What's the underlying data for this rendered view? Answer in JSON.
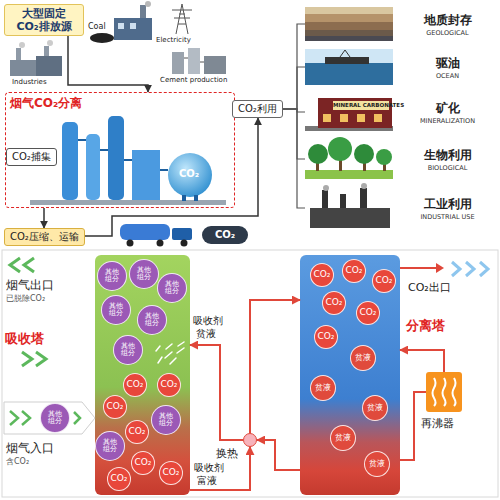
{
  "diagram": {
    "nodes": [
      {
        "text": [
          "大型固定 CO₂排放源"
        ]
      },
      {
        "text": [
          "烟气CO₂分离"
        ]
      },
      {
        "text": [
          "CO₂捕集"
        ],
        "in": 1
      },
      {
        "text": [
          "CO₂压缩、运输"
        ]
      },
      {
        "text": [
          "CO₂利用"
        ]
      },
      {
        "text": [
          "地质封存",
          "GEOLOGICAL"
        ]
      },
      {
        "text": [
          "驱油",
          "OCEAN"
        ]
      },
      {
        "text": [
          "矿化",
          "MINERALIZATION"
        ]
      },
      {
        "text": [
          "生物利用",
          "BIOLOGICAL"
        ]
      },
      {
        "text": [
          "工业利用",
          "INDUSTRIAL USE"
        ]
      },
      {
        "text": [
          "吸收塔"
        ]
      },
      {
        "text": [
          "其他组分"
        ],
        "in": 10
      },
      {
        "text": [
          "其他组分"
        ],
        "in": 10
      },
      {
        "text": [
          "其他组分"
        ],
        "in": 10
      },
      {
        "text": [
          "其他组分"
        ],
        "in": 10
      },
      {
        "text": [
          "其他组分"
        ],
        "in": 10
      },
      {
        "text": [
          "其他组分"
        ],
        "in": 10
      },
      {
        "text": [
          "CO₂"
        ],
        "in": 10
      },
      {
        "text": [
          "CO₂"
        ],
        "in": 10
      },
      {
        "text": [
          "CO₂"
        ],
        "in": 10
      },
      {
        "text": [
          "其他组分"
        ],
        "in": 10
      },
      {
        "text": [
          "CO₂"
        ],
        "in": 10
      },
      {
        "text": [
          "其他组分"
        ],
        "in": 10
      },
      {
        "text": [
          "CO₂"
        ],
        "in": 10
      },
      {
        "text": [
          "CO₂"
        ],
        "in": 10
      },
      {
        "text": [
          "CO₂"
        ],
        "in": 10
      },
      {
        "text": [
          "其他组分"
        ]
      },
      {
        "text": [
          "分离塔"
        ]
      },
      {
        "text": [
          "CO₂"
        ],
        "in": 27
      },
      {
        "text": [
          "CO₂"
        ],
        "in": 27
      },
      {
        "text": [
          "CO₂"
        ],
        "in": 27
      },
      {
        "text": [
          "CO₂"
        ],
        "in": 27
      },
      {
        "text": [
          "CO₂"
        ],
        "in": 27
      },
      {
        "text": [
          "CO₂"
        ],
        "in": 27
      },
      {
        "text": [
          "贫液"
        ],
        "in": 27
      },
      {
        "text": [
          "贫液"
        ],
        "in": 27
      },
      {
        "text": [
          "贫液"
        ],
        "in": 27
      },
      {
        "text": [
          "贫液"
        ],
        "in": 27
      },
      {
        "text": [
          "贫液"
        ],
        "in": 27
      },
      {
        "text": [
          "换热"
        ]
      },
      {
        "text": [
          "再沸器"
        ]
      }
    ],
    "edges": [
      {
        "from": 0,
        "to": 1,
        "arrow": "to"
      },
      {
        "from": 1,
        "to": 3,
        "arrow": "to"
      },
      {
        "from": 3,
        "to": 4,
        "arrow": "to"
      },
      {
        "from": 4,
        "to": 5,
        "arrow": "none"
      },
      {
        "from": 4,
        "to": 6,
        "arrow": "none"
      },
      {
        "from": 4,
        "to": 7,
        "arrow": "none"
      },
      {
        "from": 4,
        "to": 8,
        "arrow": "none"
      },
      {
        "from": 4,
        "to": 9,
        "arrow": "none"
      },
      {
        "from": 10,
        "to": 39,
        "arrow": "to"
      },
      {
        "from": 39,
        "to": 27,
        "arrow": "to"
      },
      {
        "from": 27,
        "to": 39,
        "arrow": "to"
      },
      {
        "from": 39,
        "to": 10,
        "arrow": "to"
      },
      {
        "from": 27,
        "to": 40,
        "arrow": "none"
      },
      {
        "from": 40,
        "to": 27,
        "arrow": "to"
      }
    ],
    "labels": [
      "Coal",
      "Electricity",
      "Industries",
      "Cement production",
      "CO₂",
      "CO₂",
      "MINERAL CARBONATES",
      "烟气出口",
      "已脱除CO₂",
      "吸收剂",
      "贫液",
      "烟气入口",
      "含CO₂",
      "吸收剂",
      "富液",
      "CO₂出口"
    ]
  }
}
